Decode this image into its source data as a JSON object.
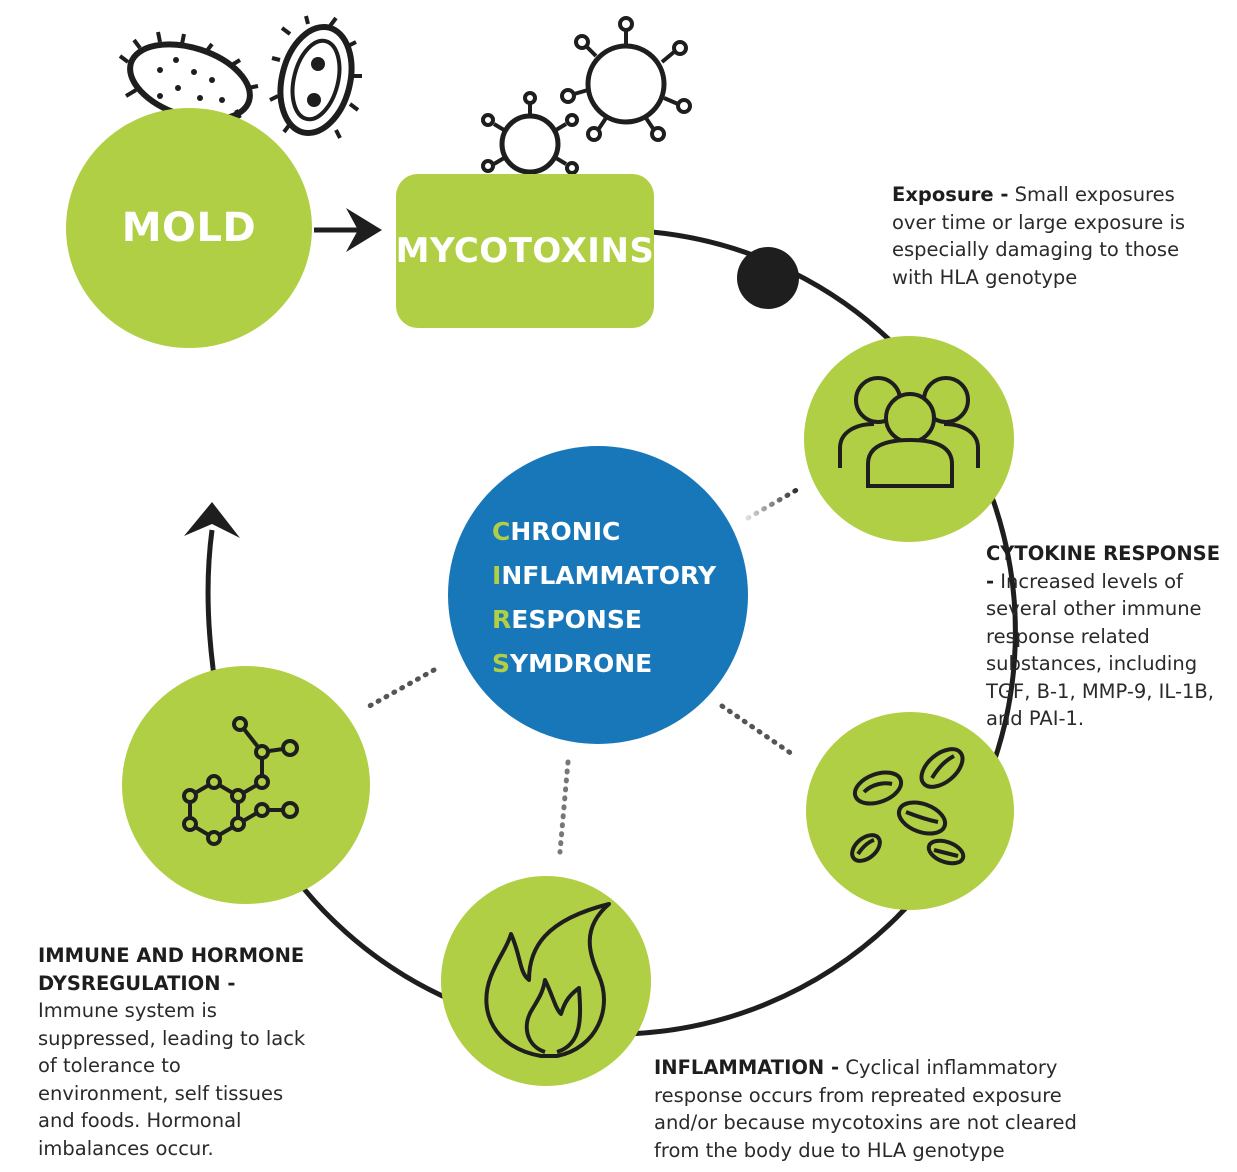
{
  "colors": {
    "green": "#b1cf44",
    "blue": "#1877b9",
    "line": "#1e1e1e"
  },
  "nodes": {
    "mold": "MOLD",
    "mycotoxins": "MYCOTOXINS"
  },
  "center": {
    "lines": [
      {
        "initial": "C",
        "rest": "HRONIC"
      },
      {
        "initial": "I",
        "rest": "NFLAMMATORY"
      },
      {
        "initial": "R",
        "rest": "ESPONSE"
      },
      {
        "initial": "S",
        "rest": "YMDRONE"
      }
    ]
  },
  "icons": [
    "bacteria-icon",
    "virus-icon",
    "people-icon",
    "blood-cells-icon",
    "flame-icon",
    "molecule-icon"
  ],
  "captions": {
    "exposure": {
      "title": "Exposure -",
      "text": "Small exposures over time or large exposure is especially damaging to those with HLA genotype"
    },
    "cytokine": {
      "title": "CYTOKINE RESPONSE -",
      "text": "Increased levels of several other immune response related substances, including TGF, B-1, MMP-9, IL-1B, and PAI-1."
    },
    "immune": {
      "title": "IMMUNE AND HORMONE DYSREGULATION -",
      "text": "Immune system is suppressed, leading to lack of tolerance to environment, self tissues and foods. Hormonal imbalances occur."
    },
    "inflammation": {
      "title": "INFLAMMATION  -",
      "text": "Cyclical inflammatory response occurs from repreated exposure and/or because mycotoxins are not cleared from the body due to HLA genotype"
    }
  }
}
